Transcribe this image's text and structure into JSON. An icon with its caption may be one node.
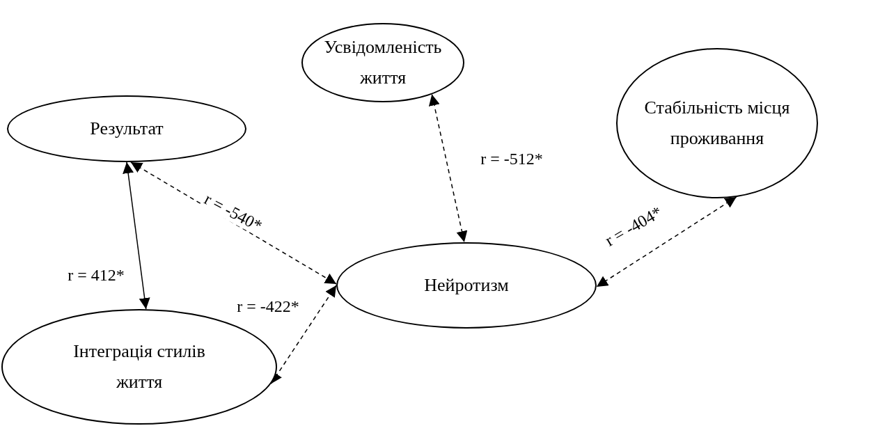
{
  "diagram": {
    "nodes": [
      {
        "text": [
          "Усвідомленість життя"
        ]
      },
      {
        "text": [
          "Результат"
        ]
      },
      {
        "text": [
          "Стабільність місця проживання"
        ]
      },
      {
        "text": [
          "Нейротизм"
        ]
      },
      {
        "text": [
          "Інтеграція стилів життя"
        ]
      }
    ],
    "edges": [
      {
        "from": 1,
        "to": 4,
        "arrow": "both",
        "label": "r = 412*"
      },
      {
        "from": 1,
        "to": 3,
        "arrow": "both",
        "label": "r = -540*",
        "style": "dashed"
      },
      {
        "from": 0,
        "to": 3,
        "arrow": "both",
        "label": "r = -512*",
        "style": "dashed"
      },
      {
        "from": 2,
        "to": 3,
        "arrow": "both",
        "label": "r = -404*",
        "style": "dashed"
      },
      {
        "from": 4,
        "to": 3,
        "arrow": "both",
        "label": "r = -422*",
        "style": "dashed"
      }
    ]
  }
}
